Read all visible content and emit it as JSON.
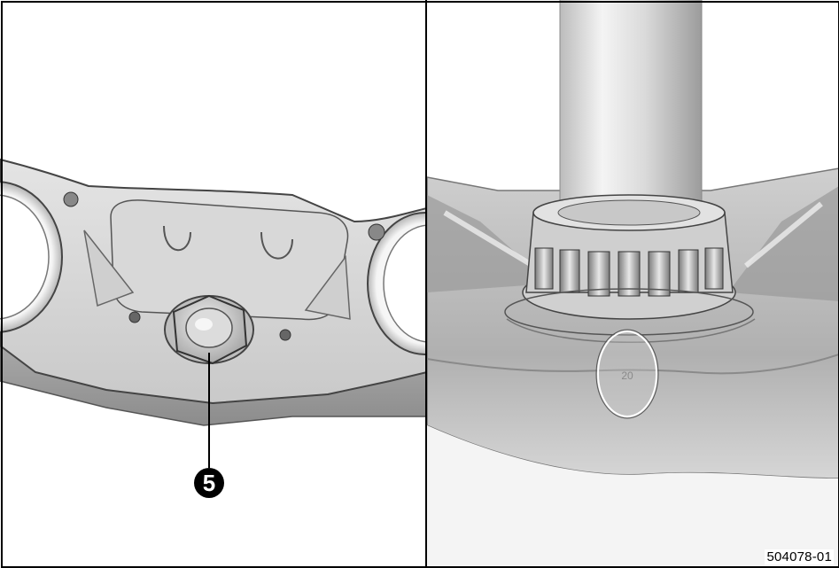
{
  "figure": {
    "callout_number": "5",
    "figure_id": "504078-01",
    "bearing_marking": "20"
  }
}
